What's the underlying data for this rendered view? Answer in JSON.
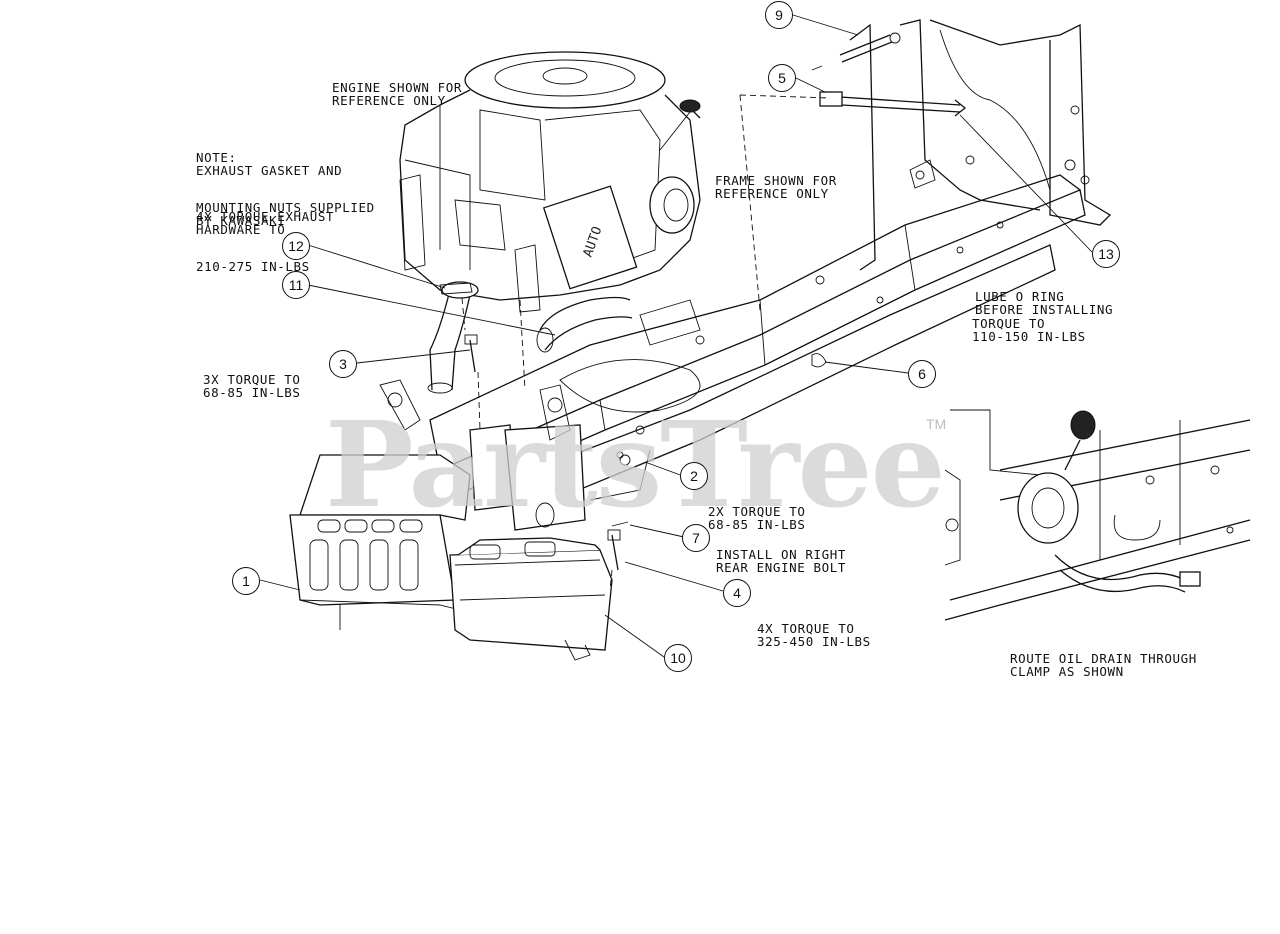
{
  "notes": {
    "engine_reference": [
      "ENGINE SHOWN FOR",
      "REFERENCE ONLY"
    ],
    "exhaust_gasket": [
      "NOTE:",
      "EXHAUST GASKET AND",
      "MOUNTING NUTS SUPPLIED",
      "BY KAWASAKI"
    ],
    "torque_exhaust": [
      "4X TORQUE EXHAUST",
      "HARDWARE TO",
      "210-275 IN-LBS"
    ],
    "frame_reference": [
      "FRAME SHOWN FOR",
      "REFERENCE ONLY"
    ],
    "lube_o_ring": [
      "LUBE O RING",
      "BEFORE INSTALLING"
    ],
    "torque_13": [
      "TORQUE TO",
      "110-150 IN-LBS"
    ],
    "torque_3": [
      "3X TORQUE TO",
      "68-85 IN-LBS"
    ],
    "torque_2": [
      "2X TORQUE TO",
      "68-85 IN-LBS"
    ],
    "install_7": [
      "INSTALL ON RIGHT",
      "REAR ENGINE BOLT"
    ],
    "torque_4": [
      "4X TORQUE TO",
      "325-450 IN-LBS"
    ],
    "route_oil": [
      "ROUTE OIL DRAIN THROUGH",
      "CLAMP AS SHOWN"
    ]
  },
  "callouts": {
    "c1": "1",
    "c2": "2",
    "c3": "3",
    "c4": "4",
    "c5": "5",
    "c6": "6",
    "c7": "7",
    "c9": "9",
    "c10": "10",
    "c11": "11",
    "c12": "12",
    "c13": "13"
  },
  "watermark": {
    "text": "PartsTree",
    "tm": "TM"
  }
}
